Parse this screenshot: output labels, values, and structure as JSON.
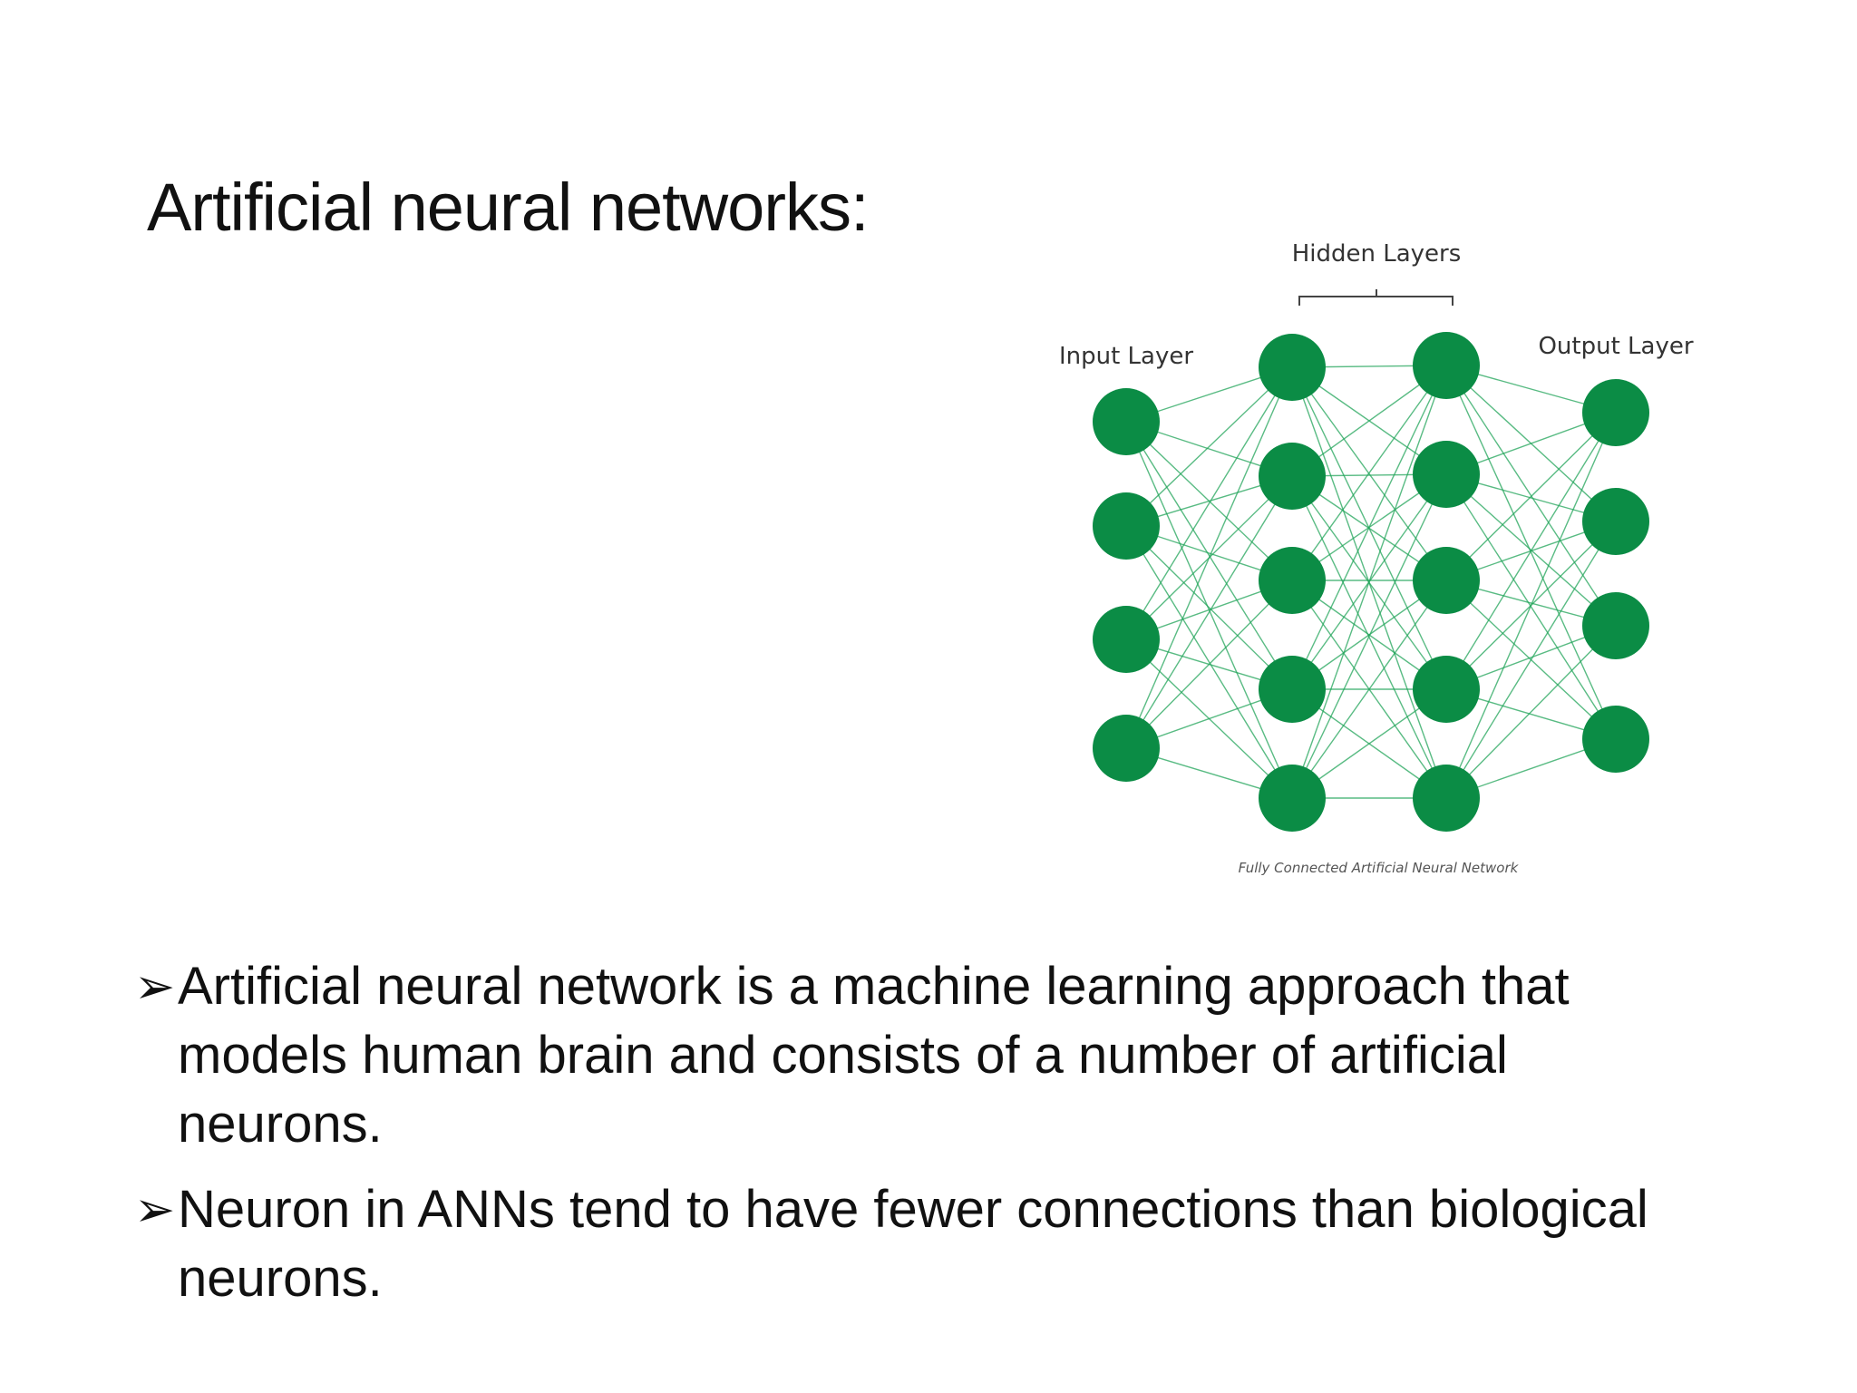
{
  "slide": {
    "title": "Artificial neural networks:",
    "bullets": [
      {
        "marker": "➢",
        "text": "Artificial neural network is a machine learning approach that models human brain and consists of a number of artificial neurons."
      },
      {
        "marker": "➢",
        "text": "Neuron in ANNs tend to have fewer connections than biological neurons."
      }
    ]
  },
  "diagram": {
    "hidden_layers_label": "Hidden Layers",
    "input_layer_label": "Input Layer",
    "output_layer_label": "Output Layer",
    "caption": "Fully Connected Artificial Neural Network",
    "node_color": "#0b8c45",
    "edge_color": "#22a45a",
    "layers": [
      {
        "name": "input",
        "nodes": 4
      },
      {
        "name": "hidden-1",
        "nodes": 5
      },
      {
        "name": "hidden-2",
        "nodes": 5
      },
      {
        "name": "output",
        "nodes": 4
      }
    ]
  }
}
